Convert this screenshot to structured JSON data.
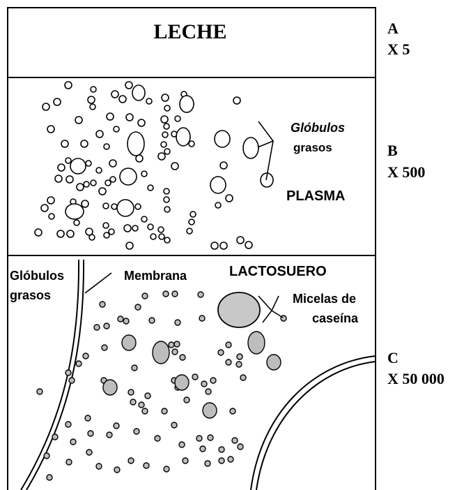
{
  "panel_a": {
    "title": "LECHE",
    "letter": "A",
    "magnification": "X 5"
  },
  "panel_b": {
    "letter": "B",
    "magnification": "X 500",
    "label_fat_line1": "Glóbulos",
    "label_fat_line2": "grasos",
    "label_plasma": "PLASMA"
  },
  "panel_c": {
    "letter": "C",
    "magnification": "X 50 000",
    "label_fat_line1": "Glóbulos",
    "label_fat_line2": "grasos",
    "label_membrane": "Membrana",
    "label_whey": "LACTOSUERO",
    "label_micelle_line1": "Micelas de",
    "label_micelle_line2": "caseína"
  },
  "colors": {
    "stroke": "#000000",
    "micelle_fill": "#bdbdbd",
    "background": "#ffffff"
  }
}
